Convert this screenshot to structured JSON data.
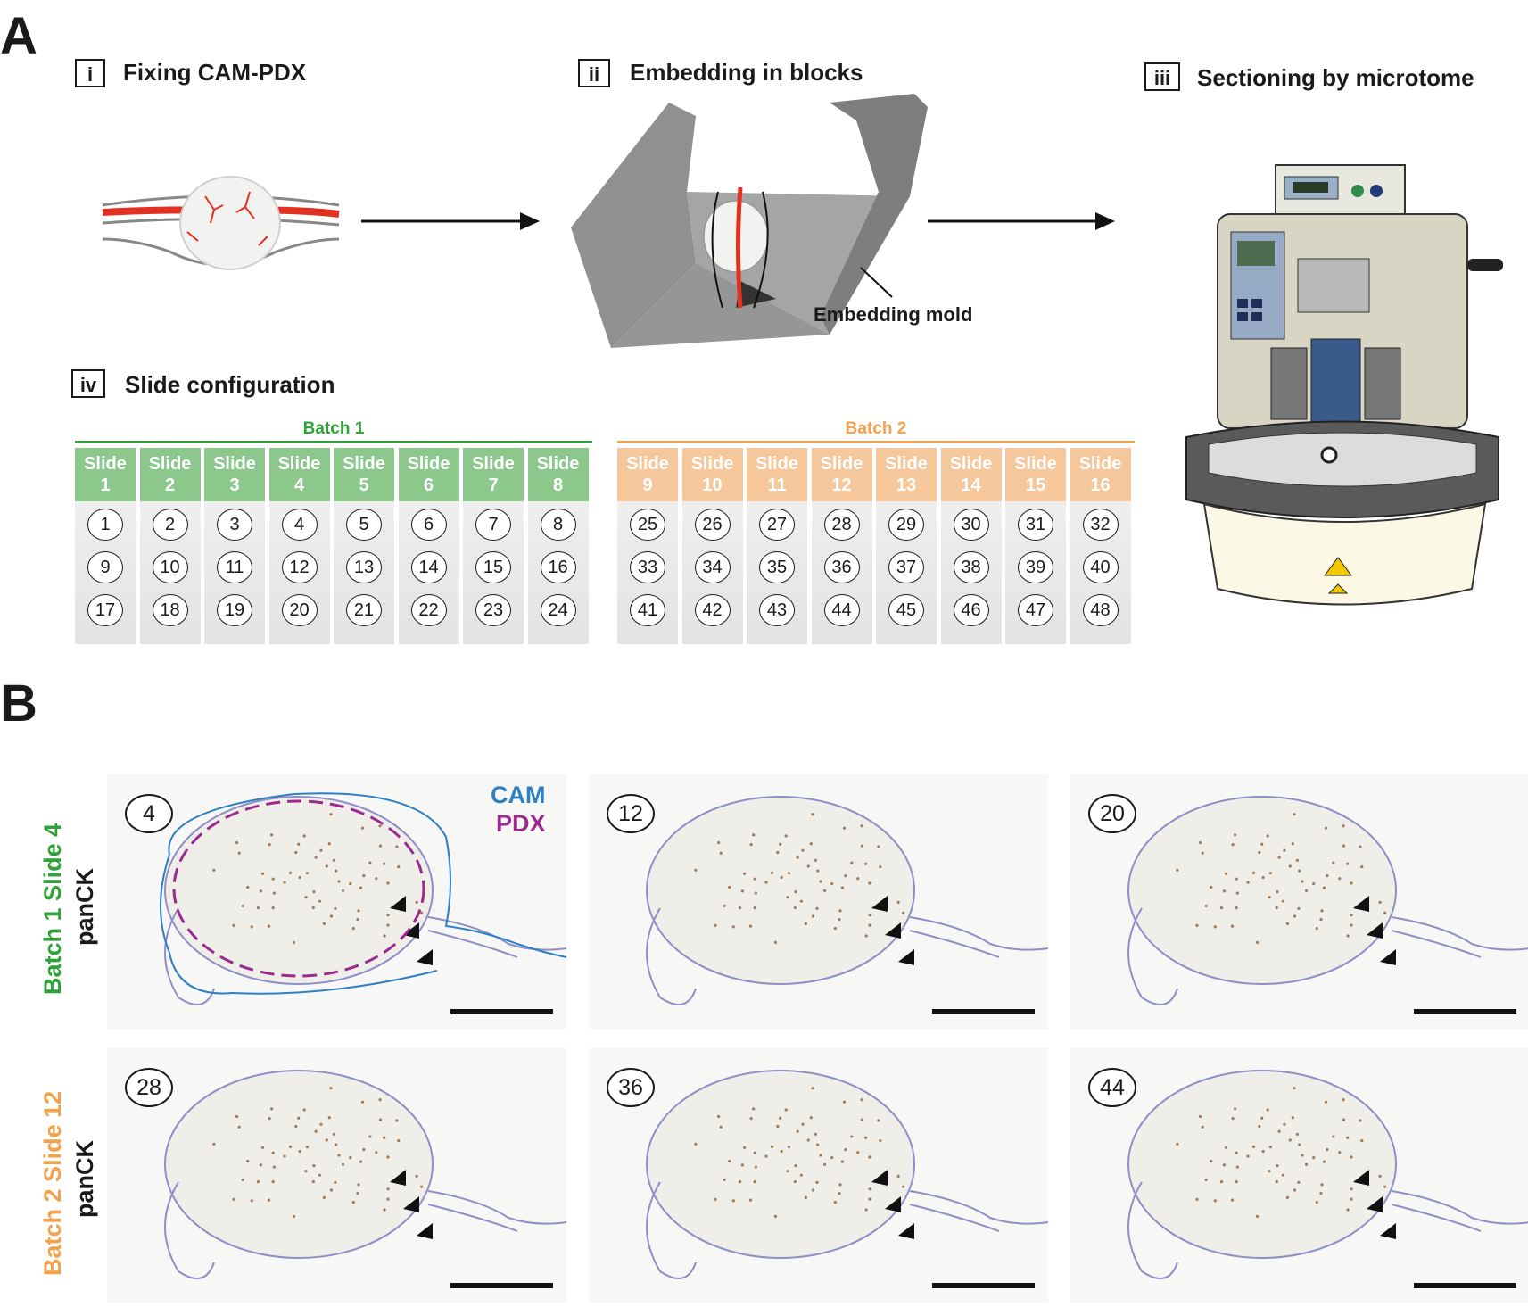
{
  "panels": {
    "a_label": "A",
    "b_label": "B"
  },
  "steps": [
    {
      "num": "i",
      "title": "Fixing CAM-PDX"
    },
    {
      "num": "ii",
      "title": "Embedding in blocks"
    },
    {
      "num": "iii",
      "title": "Sectioning by microtome"
    },
    {
      "num": "iv",
      "title": "Slide configuration"
    }
  ],
  "mold_label": "Embedding mold",
  "batches": [
    {
      "name": "Batch 1",
      "color": "#2fa33a",
      "header_color": "#8cc78c",
      "slides": [
        {
          "name": "Slide",
          "no": "1",
          "sections": [
            "1",
            "9",
            "17"
          ]
        },
        {
          "name": "Slide",
          "no": "2",
          "sections": [
            "2",
            "10",
            "18"
          ]
        },
        {
          "name": "Slide",
          "no": "3",
          "sections": [
            "3",
            "11",
            "19"
          ]
        },
        {
          "name": "Slide",
          "no": "4",
          "sections": [
            "4",
            "12",
            "20"
          ]
        },
        {
          "name": "Slide",
          "no": "5",
          "sections": [
            "5",
            "13",
            "21"
          ]
        },
        {
          "name": "Slide",
          "no": "6",
          "sections": [
            "6",
            "14",
            "22"
          ]
        },
        {
          "name": "Slide",
          "no": "7",
          "sections": [
            "7",
            "15",
            "23"
          ]
        },
        {
          "name": "Slide",
          "no": "8",
          "sections": [
            "8",
            "16",
            "24"
          ]
        }
      ]
    },
    {
      "name": "Batch 2",
      "color": "#f2a24a",
      "header_color": "#f6c79a",
      "slides": [
        {
          "name": "Slide",
          "no": "9",
          "sections": [
            "25",
            "33",
            "41"
          ]
        },
        {
          "name": "Slide",
          "no": "10",
          "sections": [
            "26",
            "34",
            "42"
          ]
        },
        {
          "name": "Slide",
          "no": "11",
          "sections": [
            "27",
            "35",
            "43"
          ]
        },
        {
          "name": "Slide",
          "no": "12",
          "sections": [
            "28",
            "36",
            "44"
          ]
        },
        {
          "name": "Slide",
          "no": "13",
          "sections": [
            "29",
            "37",
            "45"
          ]
        },
        {
          "name": "Slide",
          "no": "14",
          "sections": [
            "30",
            "38",
            "46"
          ]
        },
        {
          "name": "Slide",
          "no": "15",
          "sections": [
            "31",
            "39",
            "47"
          ]
        },
        {
          "name": "Slide",
          "no": "16",
          "sections": [
            "32",
            "40",
            "48"
          ]
        }
      ]
    }
  ],
  "rows": [
    {
      "batch": "Batch 1",
      "slide": "Slide 4",
      "stain": "panCK",
      "color": "#2fa33a",
      "sections": [
        "4",
        "12",
        "20"
      ]
    },
    {
      "batch": "Batch 2",
      "slide": "Slide 12",
      "stain": "panCK",
      "color": "#f2a24a",
      "sections": [
        "28",
        "36",
        "44"
      ]
    }
  ],
  "legend": {
    "cam": "CAM",
    "pdx": "PDX",
    "cam_color": "#2e7fc4",
    "pdx_color": "#9b2a8f"
  },
  "colors": {
    "vessel": "#e4311f",
    "tissue_outline": "#8f8fc8",
    "stain": "#7a4a1c"
  }
}
